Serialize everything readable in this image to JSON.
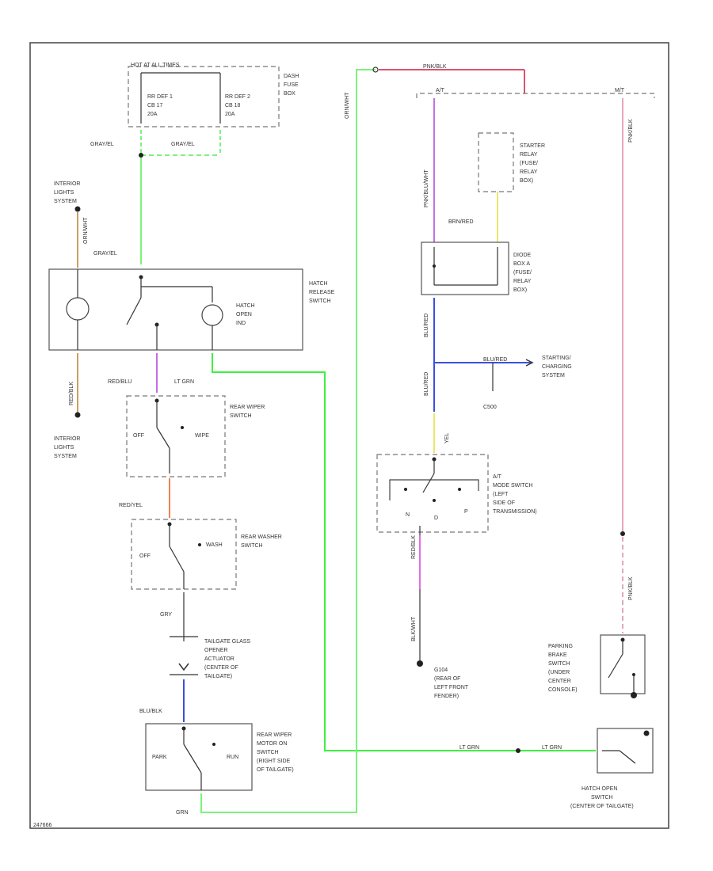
{
  "colors": {
    "lt_green": "#7cf27c",
    "bright_green": "#3ff03f",
    "red": "#e05070",
    "pink": "#e08aa0",
    "violet": "#c46fe0",
    "blue": "#3b4fe0",
    "yellow": "#e8e86a",
    "orange": "#f08050",
    "tan": "#c8a060"
  },
  "fuse_box": {
    "hot_label": "HOT AT ALL TIMES",
    "cb1_line1": "RR DEF 1",
    "cb1_line2": "CB 17",
    "cb1_line3": "20A",
    "cb2_line1": "RR DEF 2",
    "cb2_line2": "CB 18",
    "cb2_line3": "20A",
    "name_line1": "DASH",
    "name_line2": "FUSE",
    "name_line3": "BOX"
  },
  "wires": {
    "gry_yel_1": "GRAY/EL",
    "gry_yel_2": "GRAY/EL",
    "gry_yel_3": "GRAY/EL",
    "orn_wht": "ORN/WHT",
    "pnk_blk_top": "PNK/BLK",
    "pnk_blu_left": "PNK/BLU/WHT",
    "brn_red": "BRN/RED",
    "pnk_blk_right": "PNK/BLK",
    "blu_red_1": "BLU/RED",
    "blu_red_2": "BLU/RED",
    "blu_red_h": "BLU/RED",
    "yel": "YEL",
    "red_blk_left": "RED/BLK",
    "red_blk_right": "RED/BLK",
    "red_blu": "RED/BLU",
    "lt_grn_1": "LT GRN",
    "red_yel": "RED/YEL",
    "gry_1": "GRY",
    "blu_blk": "BLU/BLK",
    "grn": "GRN",
    "lt_grn_2": "LT GRN",
    "lt_grn_3": "LT GRN",
    "blk_wht": "BLK/WHT",
    "pnk_blk_lower": "PNK/BLK",
    "c500": "C500"
  },
  "labels": {
    "at": "A/T",
    "mt": "M/T",
    "starter_relay": [
      "STARTER",
      "RELAY",
      "(FUSE/",
      "RELAY",
      "BOX)"
    ],
    "diode_box": [
      "DIODE",
      "BOX A",
      "(FUSE/",
      "RELAY",
      "BOX)"
    ],
    "interior_top": [
      "INTERIOR",
      "LIGHTS",
      "SYSTEM"
    ],
    "interior_bottom": [
      "INTERIOR",
      "LIGHTS",
      "SYSTEM"
    ],
    "hatch_release": [
      "HATCH",
      "RELEASE",
      "SWITCH"
    ],
    "hatch_open_ind": [
      "HATCH",
      "OPEN",
      "IND"
    ],
    "starting_charging": [
      "STARTING/",
      "CHARGING",
      "SYSTEM"
    ],
    "rear_wiper_switch": [
      "REAR WIPER",
      "SWITCH"
    ],
    "rear_washer_switch": [
      "REAR WASHER",
      "SWITCH"
    ],
    "at_mode_switch": [
      "A/T",
      "MODE SWITCH",
      "(LEFT",
      "SIDE OF",
      "TRANSMISSION)"
    ],
    "tailgate_actuator": [
      "TAILGATE GLASS",
      "OPENER",
      "ACTUATOR",
      "(CENTER OF",
      "TAILGATE)"
    ],
    "g104": [
      "G104",
      "(REAR OF",
      "LEFT FRONT",
      "FENDER)"
    ],
    "parking_brake": [
      "PARKING",
      "BRAKE",
      "SWITCH",
      "(UNDER",
      "CENTER",
      "CONSOLE)"
    ],
    "rear_wiper_motor": [
      "REAR WIPER",
      "MOTOR ON",
      "SWITCH",
      "(RIGHT SIDE",
      "OF TAILGATE)"
    ],
    "hatch_open_switch": [
      "HATCH OPEN",
      "SWITCH",
      "(CENTER OF TAILGATE)"
    ],
    "off_1": "OFF",
    "wipe": "WIPE",
    "off_2": "OFF",
    "wash": "WASH",
    "park": "PARK",
    "run": "RUN",
    "n": "N",
    "d": "D",
    "p": "P",
    "footer": "247666"
  }
}
